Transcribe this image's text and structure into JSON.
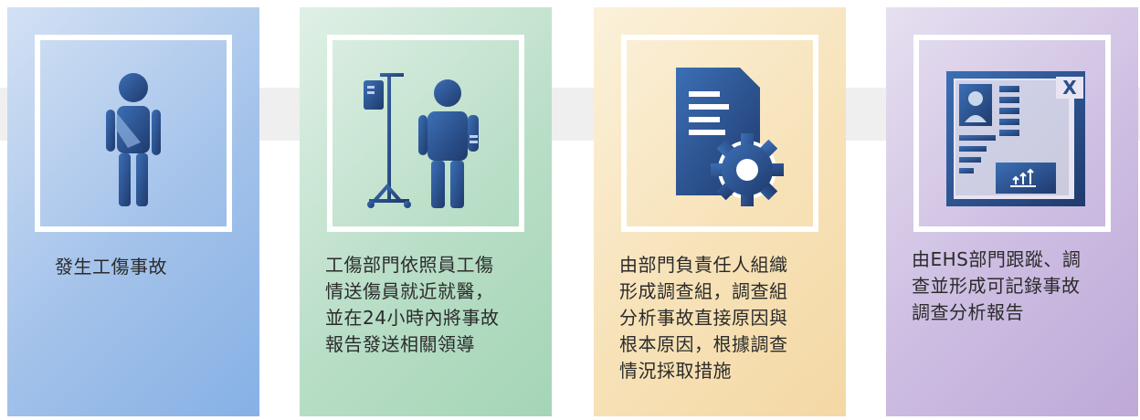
{
  "steps": [
    {
      "icon": "injured-worker-icon",
      "text": "發生工傷事故"
    },
    {
      "icon": "hospital-patient-iv-icon",
      "text": "工傷部門依照員工傷\n情送傷員就近就醫，\n並在24小時內將事故\n報告發送相關領導"
    },
    {
      "icon": "document-gear-icon",
      "text": "由部門負責任人組織\n形成調查組，調查組\n分析事故直接原因與\n根本原因，根據調查\n情況採取措施"
    },
    {
      "icon": "record-report-icon",
      "text": "由EHS部門跟蹤、調\n查並形成可記錄事故\n調查分析報告"
    }
  ],
  "colors": {
    "icon_dark": "#233f73",
    "icon_light": "#3a6bb0",
    "band": "#efefef"
  }
}
